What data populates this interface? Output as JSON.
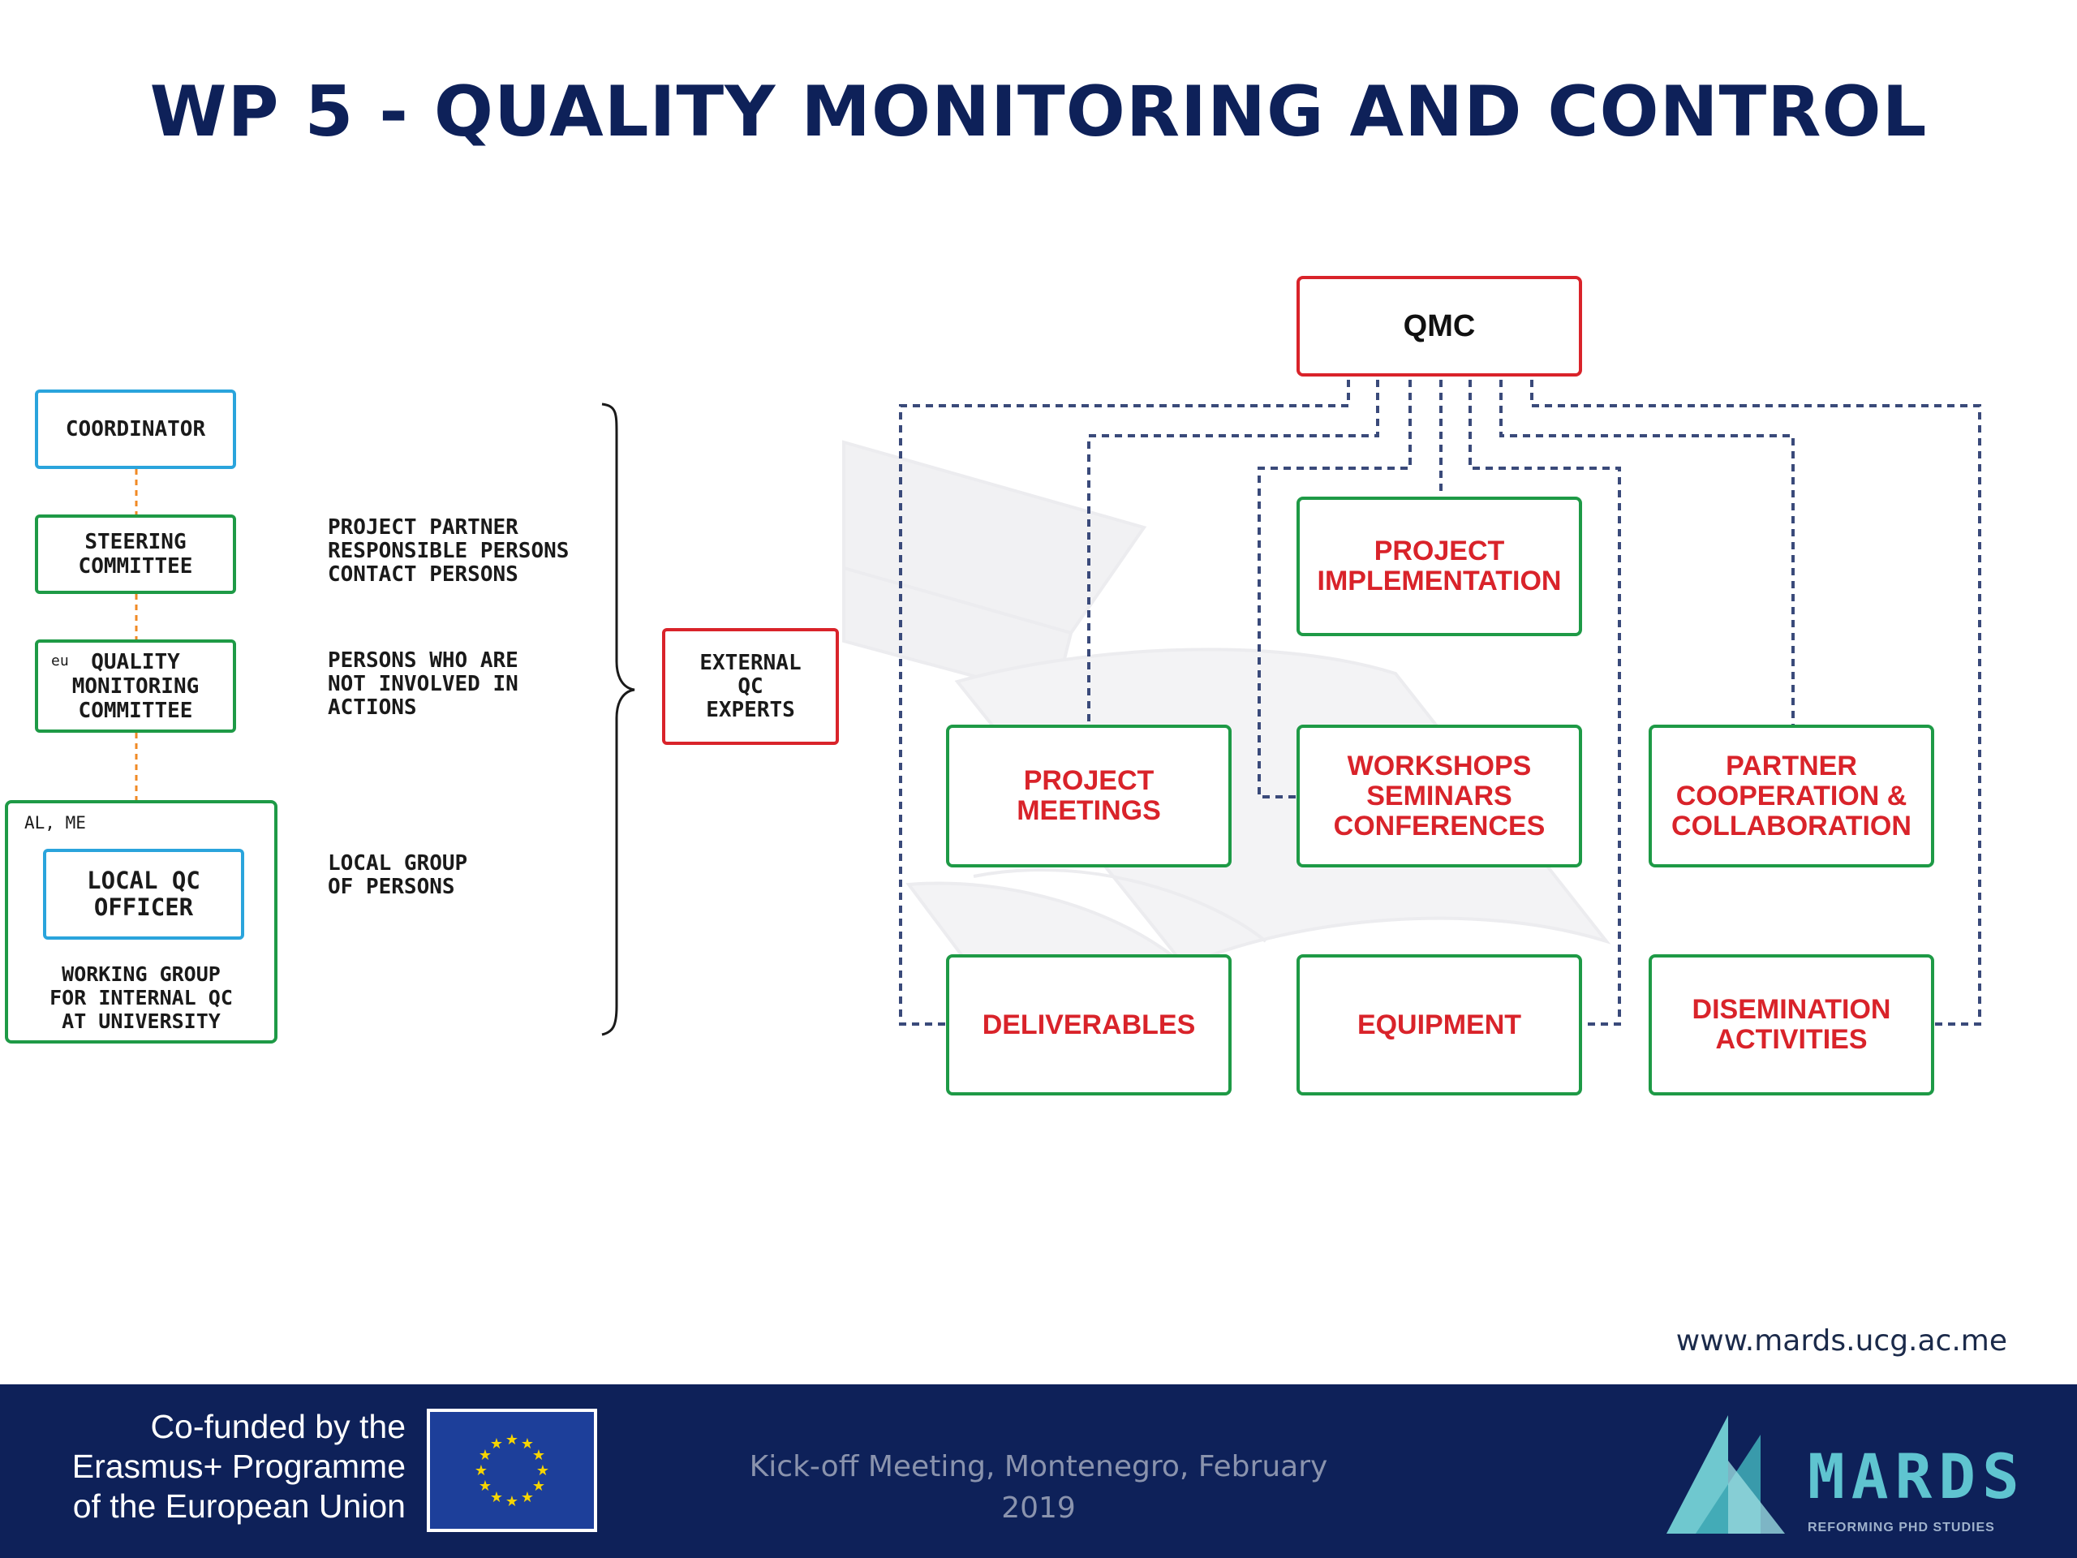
{
  "title": "WP 5 -  QUALITY MONITORING AND CONTROL",
  "left": {
    "coordinator": "COORDINATOR",
    "steering": "STEERING\nCOMMITTEE",
    "qmc_prefix": "eu",
    "qmc": "QUALITY\nMONITORING\nCOMMITTEE",
    "region_label": "AL, ME",
    "local_qc": "LOCAL QC\nOFFICER",
    "working_group": "WORKING GROUP\nFOR INTERNAL QC\nAT UNIVERSITY"
  },
  "descriptions": {
    "partners": "PROJECT PARTNER\nRESPONSIBLE PERSONS\nCONTACT PERSONS",
    "not_involved": "PERSONS WHO ARE\nNOT INVOLVED IN\nACTIONS",
    "local_group": "LOCAL GROUP\nOF PERSONS"
  },
  "external": "EXTERNAL\nQC\nEXPERTS",
  "qmc_top": "QMC",
  "activities": {
    "project_implementation": "PROJECT\nIMPLEMENTATION",
    "project_meetings": "PROJECT\nMEETINGS",
    "workshops": "WORKSHOPS\nSEMINARS\nCONFERENCES",
    "partner_cooperation": "PARTNER\nCOOPERATION &\nCOLLABORATION",
    "deliverables": "DELIVERABLES",
    "equipment": "EQUIPMENT",
    "dissemination": "DISEMINATION\nACTIVITIES"
  },
  "website": "www.mards.ucg.ac.me",
  "footer": {
    "cofunded": "Co-funded by the\nErasmus+ Programme\nof the European Union",
    "meeting": "Kick-off Meeting, Montenegro, February\n2019",
    "logo_text": "MARDS",
    "logo_tagline": "REFORMING PHD STUDIES"
  },
  "colors": {
    "title": "#0e2159",
    "blue_border": "#2aa4dc",
    "green_border": "#1e9a46",
    "red": "#d9232a",
    "connector": "#3a4a7a",
    "orange_connector": "#f08a24",
    "footer_bg": "#0e2159"
  }
}
